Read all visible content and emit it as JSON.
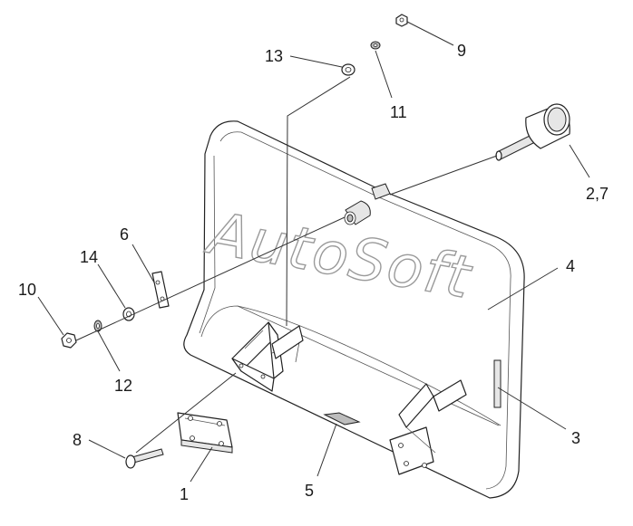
{
  "watermark": "AutoSoft",
  "callouts": [
    {
      "id": "c1",
      "text": "1"
    },
    {
      "id": "c27",
      "text": "2,7"
    },
    {
      "id": "c3",
      "text": "3"
    },
    {
      "id": "c4",
      "text": "4"
    },
    {
      "id": "c5",
      "text": "5"
    },
    {
      "id": "c6",
      "text": "6"
    },
    {
      "id": "c8",
      "text": "8"
    },
    {
      "id": "c9",
      "text": "9"
    },
    {
      "id": "c10",
      "text": "10"
    },
    {
      "id": "c11",
      "text": "11"
    },
    {
      "id": "c12",
      "text": "12"
    },
    {
      "id": "c13",
      "text": "13"
    },
    {
      "id": "c14",
      "text": "14"
    }
  ]
}
